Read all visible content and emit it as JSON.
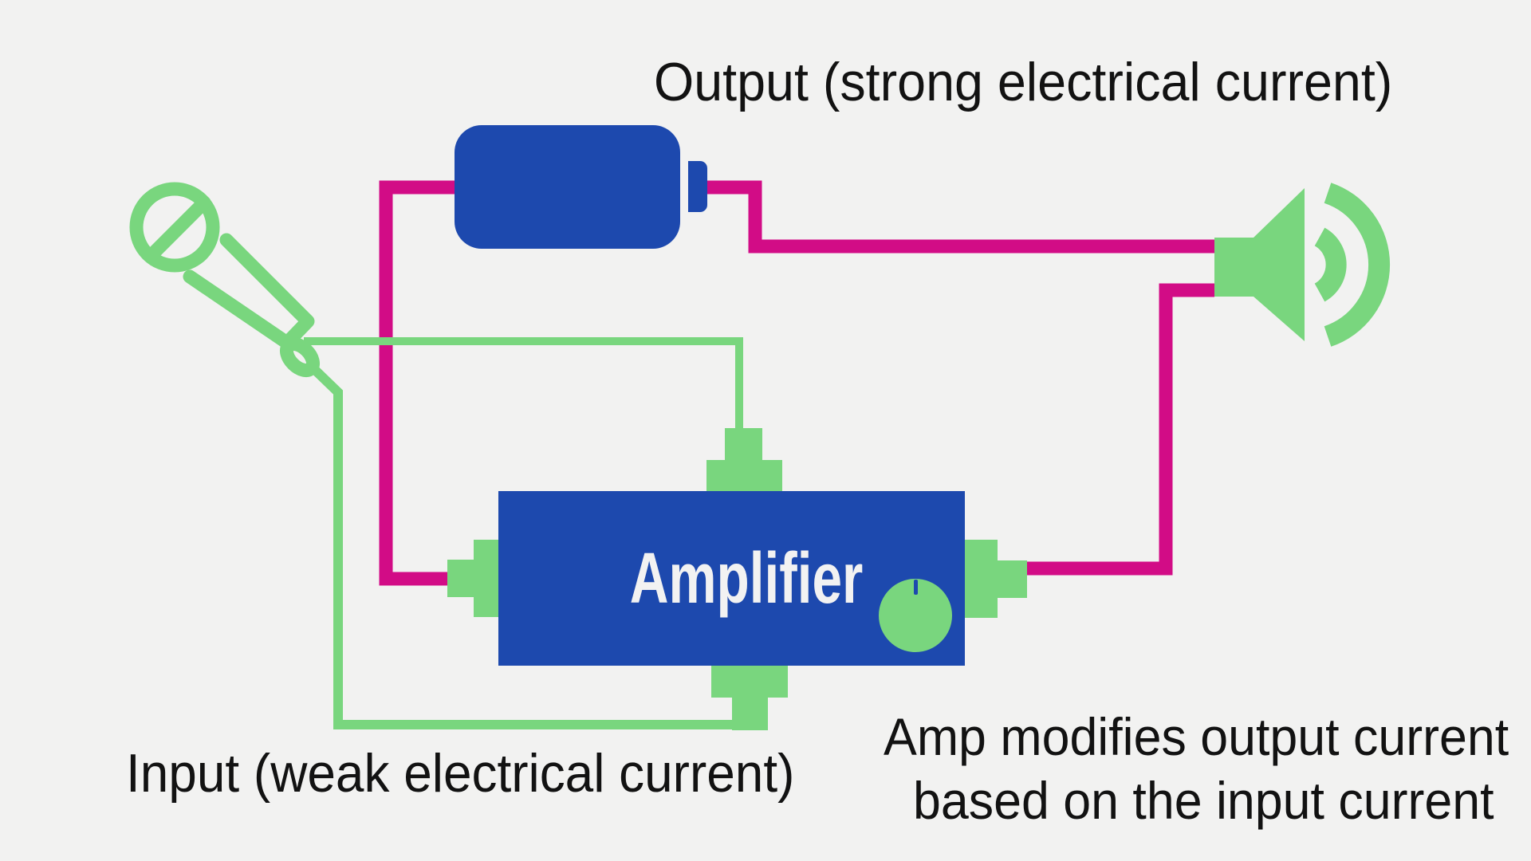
{
  "colors": {
    "bg": "#f2f2f1",
    "blue": "#1d49ae",
    "pink": "#d20c86",
    "green": "#79d67e",
    "ink": "#121212",
    "on-blue": "#f2f2f2"
  },
  "labels": {
    "output": "Output (strong electrical current)",
    "input": "Input (weak electrical current)",
    "amplifier": "Amplifier",
    "note_line1": "Amp modifies output current",
    "note_line2": "based on the input current"
  }
}
